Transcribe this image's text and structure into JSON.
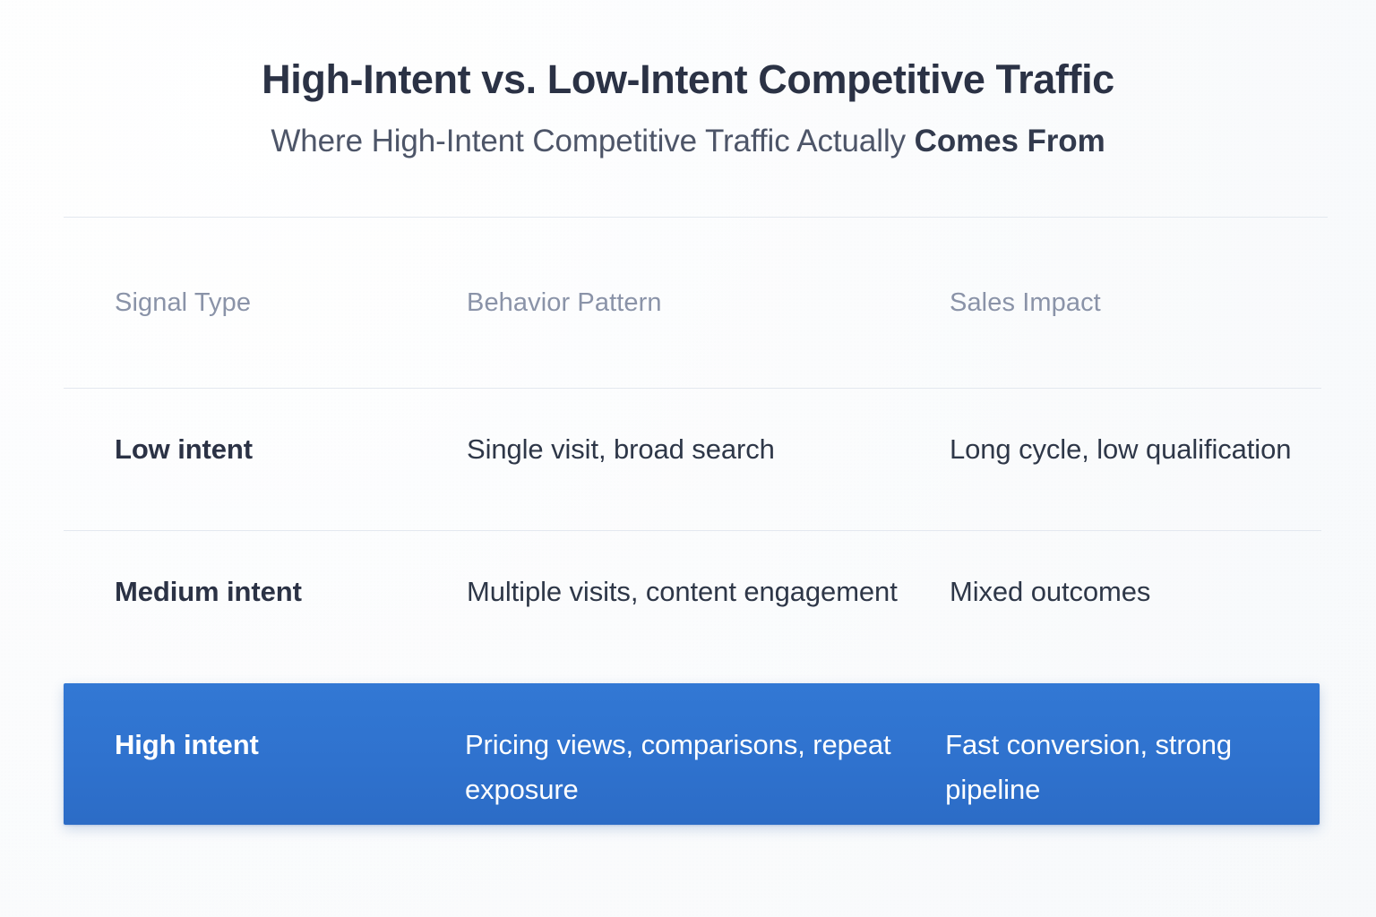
{
  "header": {
    "title": "High-Intent vs. Low-Intent Competitive Traffic",
    "subtitle_lead": "Where High-Intent Competitive Traffic Actually ",
    "subtitle_accent": "Comes From"
  },
  "colors": {
    "background": "#fafbfc",
    "title": "#2b3245",
    "subtitle": "#4d5568",
    "header_text": "#8a93a8",
    "body_text": "#2e3748",
    "divider": "#e3e8ef",
    "highlight_row": "#2f72ce",
    "highlight_text": "#ffffff"
  },
  "table": {
    "columns": [
      {
        "key": "signal_type",
        "label": "Signal Type"
      },
      {
        "key": "behavior_pattern",
        "label": "Behavior Pattern"
      },
      {
        "key": "sales_impact",
        "label": "Sales Impact"
      }
    ],
    "rows": [
      {
        "signal_type": "Low intent",
        "behavior_pattern": "Single visit, broad search",
        "sales_impact": "Long cycle, low qualification",
        "highlighted": false
      },
      {
        "signal_type": "Medium intent",
        "behavior_pattern": "Multiple visits, content engagement",
        "sales_impact": "Mixed outcomes",
        "highlighted": false
      },
      {
        "signal_type": "High intent",
        "behavior_pattern": "Pricing views, comparisons, repeat exposure",
        "sales_impact": "Fast conversion, strong pipeline",
        "highlighted": true
      }
    ]
  }
}
